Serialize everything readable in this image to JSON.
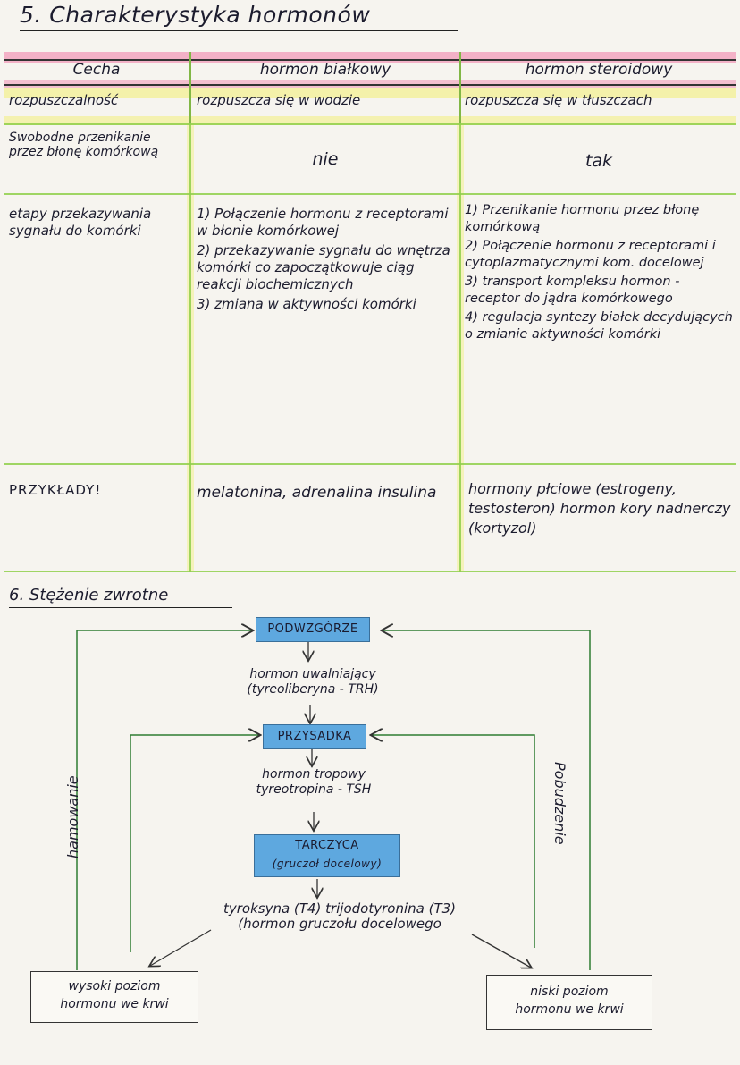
{
  "section5": {
    "title": "5. Charakterystyka hormonów",
    "table": {
      "headers": [
        "Cecha",
        "hormon białkowy",
        "hormon steroidowy"
      ],
      "rows": [
        {
          "feature": "rozpuszczalność",
          "protein": "rozpuszcza się w wodzie",
          "steroid": "rozpuszcza się w tłuszczach"
        },
        {
          "feature": "Swobodne przenikanie przez błonę komórkową",
          "protein": "nie",
          "steroid": "tak"
        },
        {
          "feature": "etapy przekazywania sygnału do komórki",
          "protein_steps": [
            "1) Połączenie hormonu z receptorami w błonie komórkowej",
            "2) przekazywanie sygnału do wnętrza komórki co zapoczątkowuje ciąg reakcji biochemicznych",
            "3) zmiana w aktywności komórki"
          ],
          "steroid_steps": [
            "1) Przenikanie hormonu przez błonę komórkową",
            "2) Połączenie hormonu z receptorami i cytoplazmatycznymi kom. docelowej",
            "3) transport kompleksu hormon - receptor do jądra komórkowego",
            "4) regulacja syntezy białek decydujących o zmianie aktywności komórki"
          ]
        },
        {
          "feature": "PRZYKŁADY!",
          "protein": "melatonina, adrenalina insulina",
          "steroid": "hormony płciowe (estrogeny, testosteron) hormon kory nadnerczy (kortyzol)"
        }
      ]
    }
  },
  "section6": {
    "title": "6. Stężenie zwrotne",
    "boxes": {
      "hypothalamus": "PODWZGÓRZE",
      "pituitary": "PRZYSADKA",
      "thyroid_line1": "TARCZYCA",
      "thyroid_line2": "(gruczoł docelowy)"
    },
    "labels": {
      "releasing_line1": "hormon uwalniający",
      "releasing_line2": "(tyreoliberyna - TRH)",
      "tropic_line1": "hormon tropowy",
      "tropic_line2": "tyreotropina - TSH",
      "thyroxine_line1": "tyroksyna (T4) trijodotyronina (T3)",
      "thyroxine_line2": "(hormon gruczołu docelowego",
      "high_line1": "wysoki poziom",
      "high_line2": "hormonu we krwi",
      "low_line1": "niski poziom",
      "low_line2": "hormonu we krwi",
      "inhibition": "hamowanie",
      "stimulation": "Pobudzenie"
    },
    "colors": {
      "box_fill": "#5ea8df",
      "highlight_pink": "#f29bb9",
      "highlight_yellow": "#f3ef7c",
      "highlight_green": "#8fcf4a"
    }
  }
}
